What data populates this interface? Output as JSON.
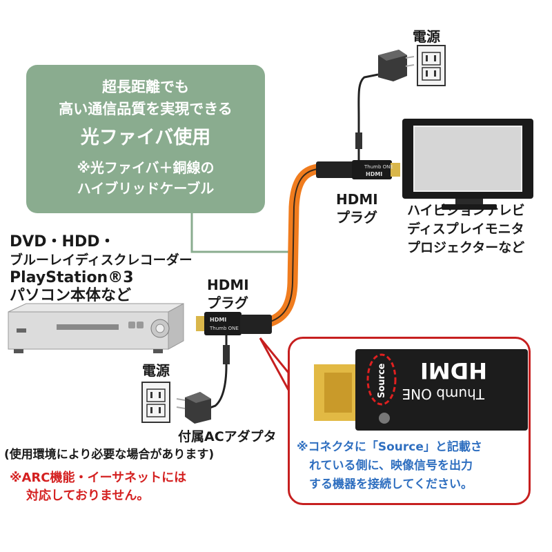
{
  "callout": {
    "line1": "超長距離でも",
    "line2": "高い通信品質を実現できる",
    "line3": "光ファイバ使用",
    "note_line1": "※光ファイバ＋銅線の",
    "note_line2": "ハイブリッドケーブル"
  },
  "source_devices": {
    "line1": "DVD・HDD・",
    "line2": "ブルーレイディスクレコーダー",
    "line3": "PlayStation®3",
    "line4": "パソコン本体など"
  },
  "hdmi_plug_left": {
    "line1": "HDMI",
    "line2": "プラグ"
  },
  "hdmi_plug_right": {
    "line1": "HDMI",
    "line2": "プラグ"
  },
  "display_devices": {
    "line1": "ハイビジョンテレビ",
    "line2": "ディスプレイモニタ",
    "line3": "プロジェクターなど"
  },
  "power_top": {
    "label": "電源"
  },
  "power_bottom": {
    "label": "電源"
  },
  "adapter": {
    "line1": "付属ACアダプタ",
    "line2": "(使用環境により必要な場合があります)"
  },
  "warning": {
    "line1": "※ARC機能・イーサネットには",
    "line2": "対応しておりません。"
  },
  "plug_print": {
    "brand": "Thumb ONE",
    "logo": "HDMI"
  },
  "detail": {
    "source_mark": "Source",
    "plug_brand": "Thumb ONE",
    "plug_logo": "HDMI",
    "note_line1": "※コネクタに「Source」と記載さ",
    "note_line2": "れている側に、映像信号を出力",
    "note_line3": "する機器を接続してください。"
  },
  "colors": {
    "callout_green": "#8aac8f",
    "cable_orange": "#f07c1e",
    "highlight_red": "#d42020",
    "note_blue": "#2f6fc0"
  }
}
